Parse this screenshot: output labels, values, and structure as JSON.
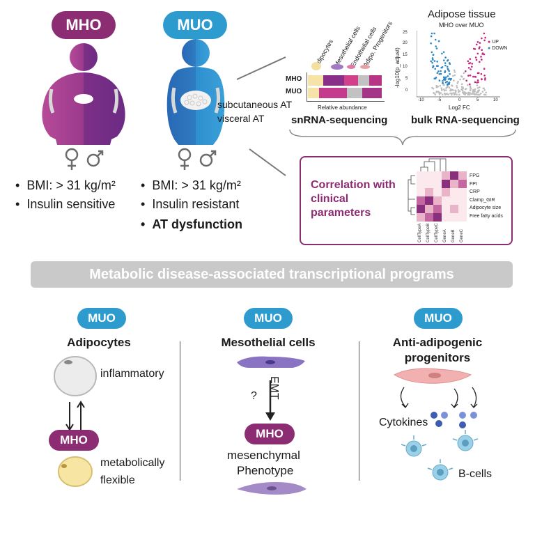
{
  "top": {
    "mho_pill": "MHO",
    "muo_pill": "MUO",
    "mho_bullets": [
      "BMI: > 31 kg/m²",
      "Insulin sensitive"
    ],
    "muo_bullets": [
      "BMI: > 31 kg/m²",
      "Insulin resistant",
      "AT dysfunction"
    ],
    "subcutaneous_label": "subcutaneous AT",
    "visceral_label": "visceral AT",
    "snrna": {
      "columns": [
        "Adipocytes",
        "Mesothelial cells",
        "Endothelial cells",
        "Adipo. Progenitors"
      ],
      "rows": [
        "MHO",
        "MUO"
      ],
      "xlabel": "Relative abundance",
      "caption": "snRNA-sequencing"
    },
    "bulk": {
      "title": "Adipose tissue",
      "subtitle": "MHO over MUO",
      "ylabel": "-log10(p_adjust)",
      "xlabel": "Log2 FC",
      "legend": [
        "UP",
        "DOWN"
      ],
      "x_ticks": [
        "-10",
        "-5",
        "0",
        "5",
        "10"
      ],
      "y_ticks": [
        "25",
        "20",
        "15",
        "10",
        "5",
        "0"
      ],
      "caption": "bulk RNA-sequencing",
      "colors": {
        "up": "#c2267f",
        "down": "#2f86c5"
      }
    },
    "correlation": {
      "title": "Correlation with clinical parameters",
      "title_lines": [
        "Correlation with",
        "clinical",
        "parameters"
      ],
      "rows": [
        "FPG",
        "FPI",
        "CRP",
        "Clamp_GIR",
        "Adipocyte size",
        "Free fatty acids"
      ],
      "cols": [
        "CellTypeA",
        "CellTypeB",
        "CellTypeC",
        "GeneA",
        "GeneB",
        "GeneC"
      ]
    }
  },
  "banner": "Metabolic disease-associated transcriptional programs",
  "panels": {
    "adipocytes": {
      "pill": "MUO",
      "title": "Adipocytes",
      "state1": "inflammatory",
      "pill2": "MHO",
      "state2_line1": "metabolically",
      "state2_line2": "flexible"
    },
    "mesothelial": {
      "pill": "MUO",
      "title": "Mesothelial cells",
      "question": "?",
      "emt": "EMT",
      "pill2": "MHO",
      "line1": "mesenchymal",
      "line2": "Phenotype"
    },
    "progenitors": {
      "pill": "MUO",
      "title_line1": "Anti-adipogenic",
      "title_line2": "progenitors",
      "cytokines": "Cytokines",
      "bcells": "B-cells"
    }
  },
  "colors": {
    "mho": "#8c2c72",
    "muo": "#2e9bcf",
    "banner": "#c9c9c9"
  }
}
